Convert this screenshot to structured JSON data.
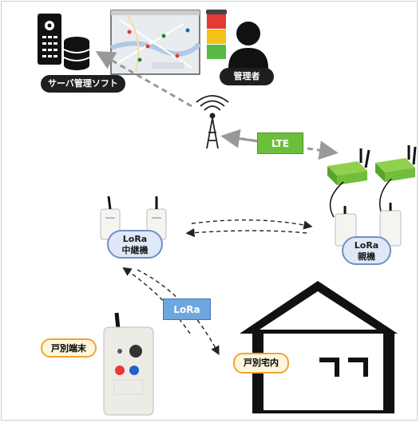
{
  "labels": {
    "server_software": "サーバ管理ソフト",
    "administrator": "管理者",
    "lte": "LTE",
    "relay_lora": "LoRa",
    "relay_name": "中継機",
    "parent_lora": "LoRa",
    "parent_name": "親機",
    "lora_link": "LoRa",
    "house_terminal": "戸別端末",
    "house_inside": "戸別宅内"
  },
  "colors": {
    "lte_green": "#6cbf3a",
    "lora_blue": "#6ea6df",
    "pill_dark": "#1f1f1f",
    "oval_fill": "#dfe8f6",
    "orange_border": "#f2a33a",
    "signal_red": "#e53935",
    "signal_yellow": "#f2c21b",
    "signal_green": "#58b947"
  },
  "icons": [
    "remote-icon",
    "database-icon",
    "map-screenshot",
    "signal-tower-icon",
    "user-icon",
    "status-light-icon",
    "lora-device",
    "terminal-device",
    "house-icon"
  ]
}
